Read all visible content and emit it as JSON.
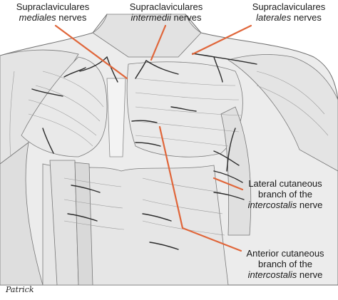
{
  "labels": {
    "supraclaviculares_mediales": {
      "line1": "Supraclaviculares",
      "line2_italic": "mediales",
      "line2_rest": " nerves"
    },
    "supraclaviculares_intermedii": {
      "line1": "Supraclaviculares",
      "line2_italic": "intermedii",
      "line2_rest": " nerves"
    },
    "supraclaviculares_laterales": {
      "line1": "Supraclaviculares",
      "line2_italic": "laterales",
      "line2_rest": " nerves"
    },
    "lateral_cutaneous": {
      "line1": "Lateral cutaneous",
      "line2": "branch of the",
      "line3_italic": "intercostalis",
      "line3_rest": " nerve"
    },
    "anterior_cutaneous": {
      "line1": "Anterior cutaneous",
      "line2": "branch of the",
      "line3_italic": "intercostalis",
      "line3_rest": " nerve"
    }
  },
  "signature": "Patrick",
  "colors": {
    "leader_line": "#e0663a",
    "nerve": "#2b2b2b",
    "muscle_fill": "#e6e6e6",
    "muscle_stroke": "#7a7a7a"
  }
}
